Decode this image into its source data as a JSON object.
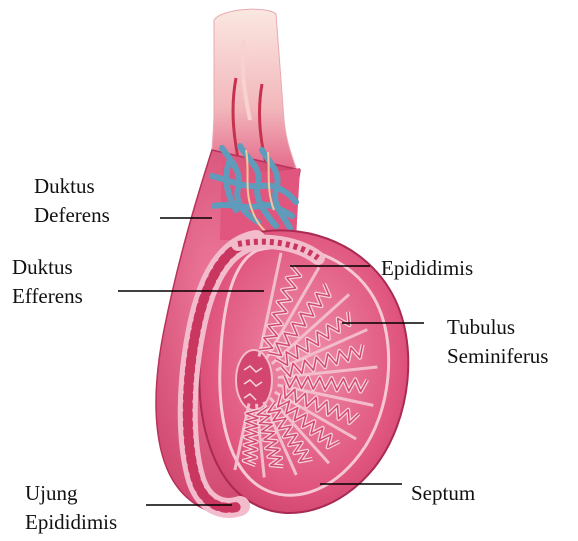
{
  "labels": {
    "duktus_deferens": [
      "Duktus",
      "Deferens"
    ],
    "duktus_efferens": [
      "Duktus",
      "Efferens"
    ],
    "epididimis": "Epididimis",
    "tubulus_seminiferus": [
      "Tubulus",
      "Seminiferus"
    ],
    "septum": "Septum",
    "ujung_epididimis": [
      "Ujung",
      "Epididimis"
    ]
  },
  "colors": {
    "tissue": "#e0567e",
    "tissue_dark": "#b8325c",
    "tissue_light": "#f3bccd",
    "cord_light": "#f8d9d2",
    "vein": "#5f9cbc",
    "leader": "#000000"
  }
}
